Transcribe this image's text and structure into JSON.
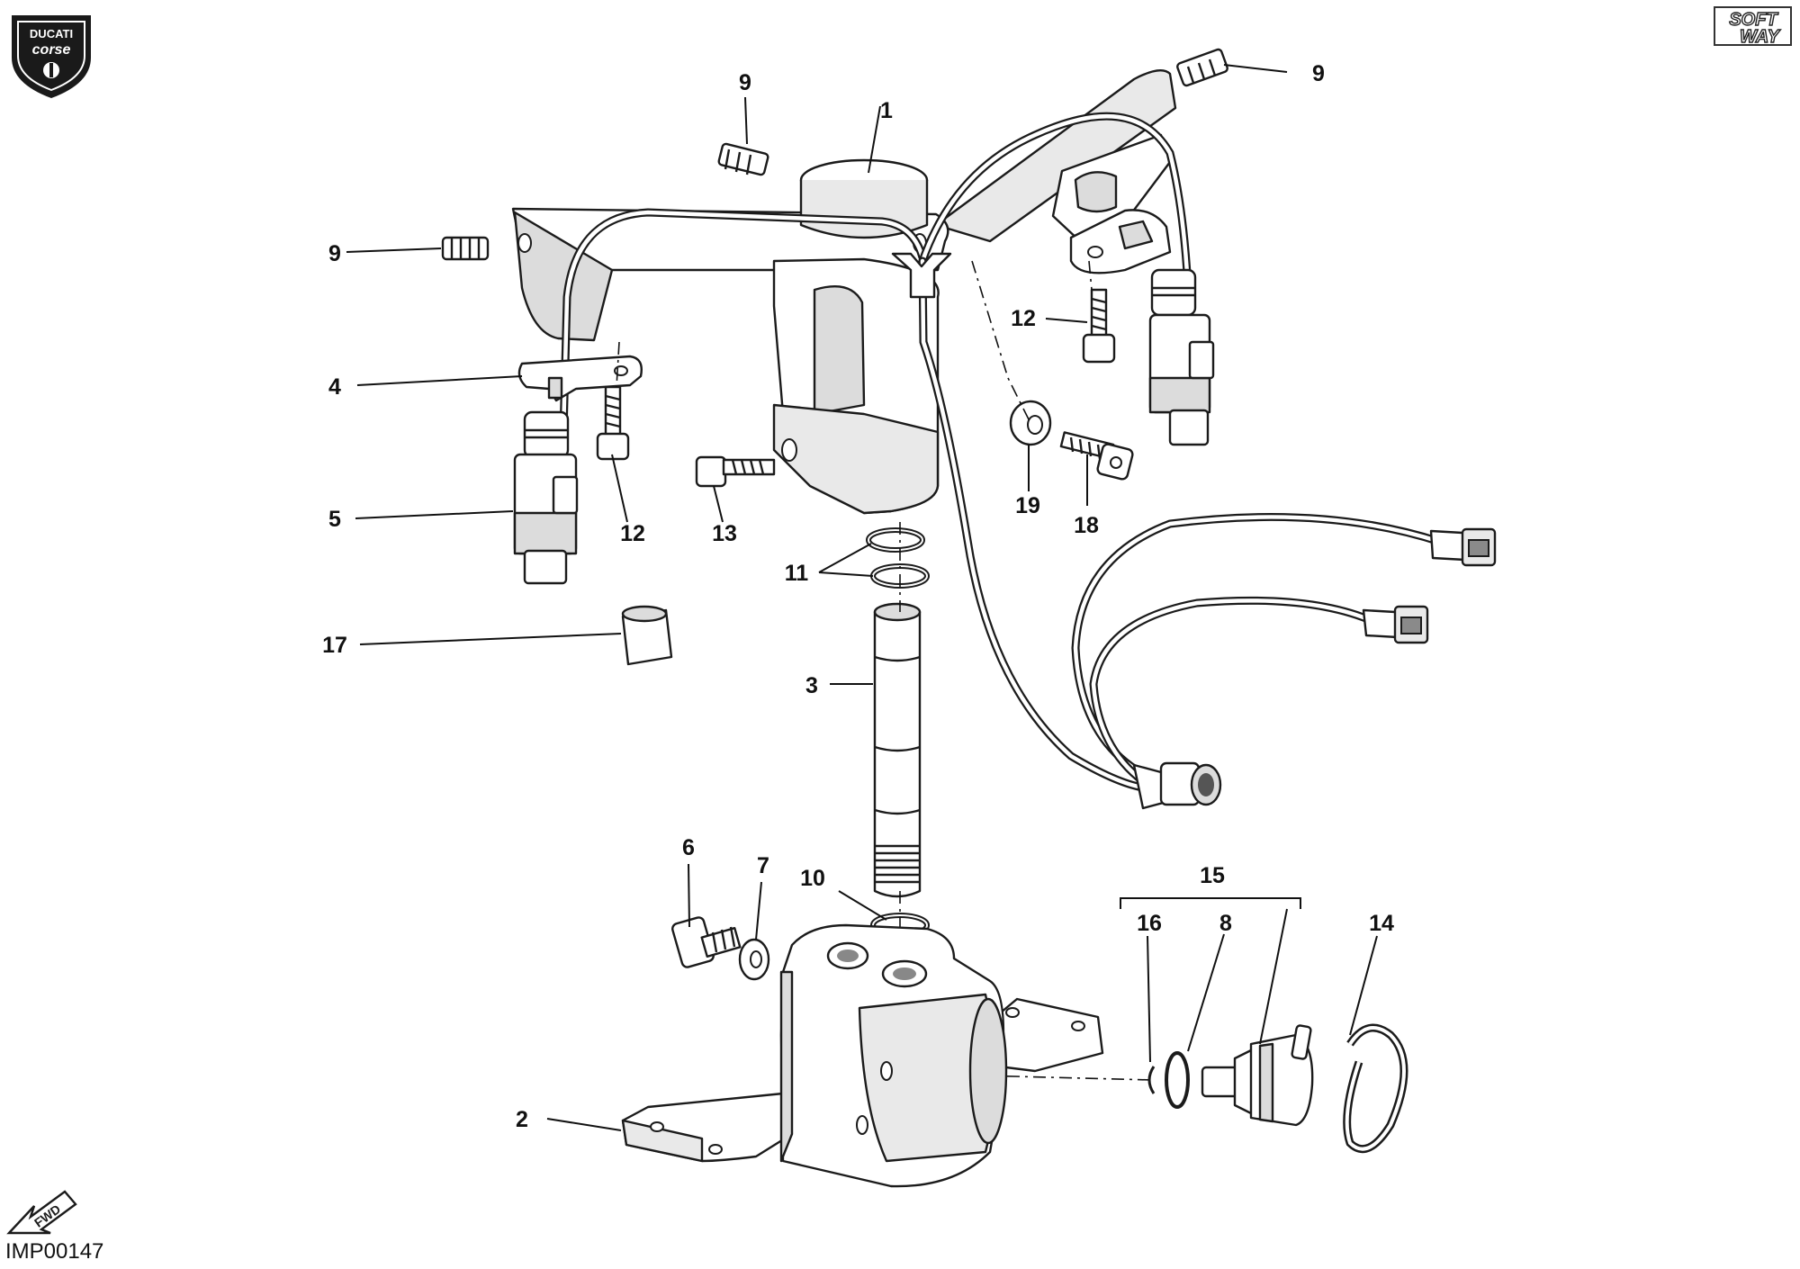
{
  "diagram_code": "IMP00147",
  "brand_logo": {
    "line1": "DUCATI",
    "line2": "corse"
  },
  "publisher_logo": {
    "line1": "SOFT",
    "line2": "WAY"
  },
  "fwd_indicator": "FWD",
  "callouts": [
    {
      "id": "c1",
      "label": "1"
    },
    {
      "id": "c2",
      "label": "2"
    },
    {
      "id": "c3",
      "label": "3"
    },
    {
      "id": "c4",
      "label": "4"
    },
    {
      "id": "c5",
      "label": "5"
    },
    {
      "id": "c6",
      "label": "6"
    },
    {
      "id": "c7",
      "label": "7"
    },
    {
      "id": "c8",
      "label": "8"
    },
    {
      "id": "c9a",
      "label": "9"
    },
    {
      "id": "c9b",
      "label": "9"
    },
    {
      "id": "c9c",
      "label": "9"
    },
    {
      "id": "c10",
      "label": "10"
    },
    {
      "id": "c11",
      "label": "11"
    },
    {
      "id": "c12a",
      "label": "12"
    },
    {
      "id": "c12b",
      "label": "12"
    },
    {
      "id": "c13",
      "label": "13"
    },
    {
      "id": "c14",
      "label": "14"
    },
    {
      "id": "c15",
      "label": "15"
    },
    {
      "id": "c16",
      "label": "16"
    },
    {
      "id": "c17",
      "label": "17"
    },
    {
      "id": "c18",
      "label": "18"
    },
    {
      "id": "c19",
      "label": "19"
    }
  ]
}
